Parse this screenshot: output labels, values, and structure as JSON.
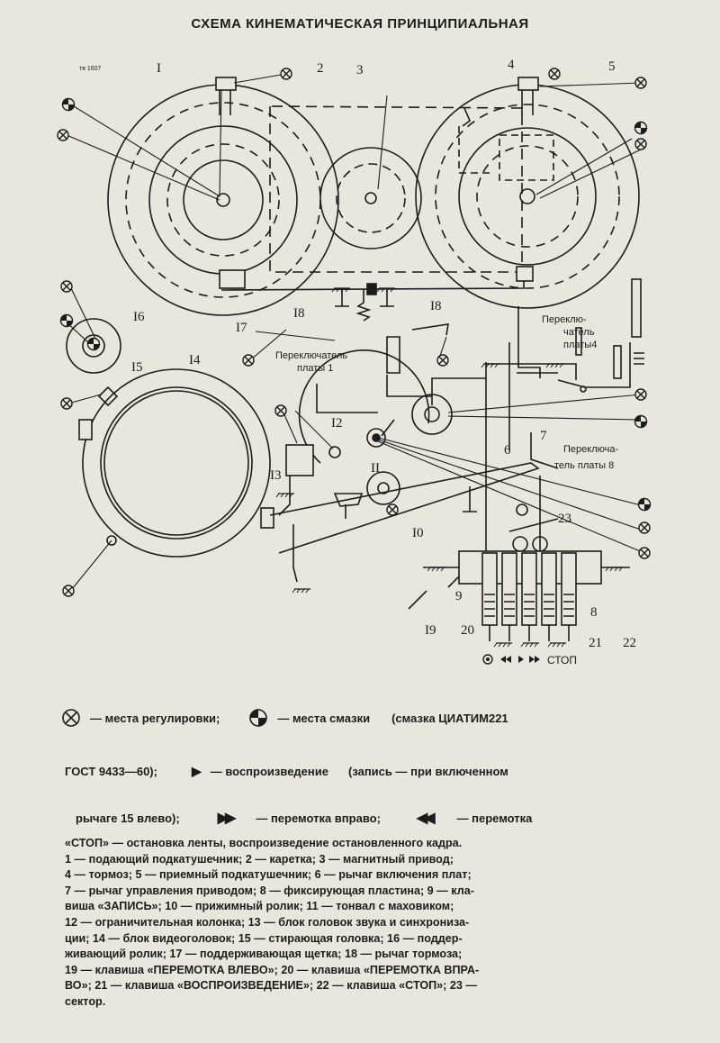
{
  "title": "СХЕМА КИНЕМАТИЧЕСКАЯ ПРИНЦИПИАЛЬНАЯ",
  "corner_note": "тв 1607",
  "part_labels": {
    "n1": "I",
    "n2": "2",
    "n3": "3",
    "n4": "4",
    "n5": "5",
    "n6": "6",
    "n7": "7",
    "n8": "8",
    "n9": "9",
    "n10": "I0",
    "n11": "II",
    "n12": "I2",
    "n13": "I3",
    "n14": "I4",
    "n15": "I5",
    "n16": "I6",
    "n17": "I7",
    "n18a": "I8",
    "n18b": "I8",
    "n19": "I9",
    "n20": "20",
    "n21": "21",
    "n22": "22",
    "n23": "23"
  },
  "switch_labels": {
    "plate1_line1": "Переключатель",
    "plate1_line2": "платы 1",
    "plate4_line1": "Переклю-",
    "plate4_line2": "чатель",
    "plate4_line3": "платы4",
    "plate8_line1": "Переключа-",
    "plate8_line2": "тель платы 8"
  },
  "keys_label": "СТОП",
  "legend": {
    "adjust_text": "— места регулировки;",
    "lube_text": "— места смазки",
    "lube_note": "(смазка ЦИАТИМ221",
    "gost_text": "ГОСТ 9433—60);",
    "play_text": "— воспроизведение",
    "play_note": "(запись — при включенном",
    "lever_text": "рычаге 15 влево);",
    "ff_text": "— перемотка вправо;",
    "rew_text": "— перемотка"
  },
  "caption": {
    "line1": "«СТОП» — остановка ленты, воспроизведение остановленного кадра.",
    "line2": "1 — подающий подкатушечник; 2 — каретка; 3 — магнитный привод;",
    "line3": "4 — тормоз; 5 — приемный подкатушечник; 6 — рычаг включения плат;",
    "line4": "7 — рычаг управления приводом; 8 — фиксирующая пластина; 9 — кла-",
    "line5": "виша «ЗАПИСЬ»; 10 — прижимный ролик; 11 — тонвал с маховиком;",
    "line6": "12 — ограничительная колонка; 13 — блок головок звука и синхрониза-",
    "line7": "ции; 14 — блок видеоголовок; 15 — стирающая головка; 16 — поддер-",
    "line8": "живающий ролик; 17 — поддерживающая щетка; 18 — рычаг тормоза;",
    "line9": "19 — клавиша «ПЕРЕМОТКА ВЛЕВО»; 20 — клавиша «ПЕРЕМОТКА ВПРА-",
    "line10": "ВО»; 21 — клавиша «ВОСПРОИЗВЕДЕНИЕ»; 22 — клавиша «СТОП»; 23 —",
    "line11": "сектор."
  },
  "colors": {
    "ink": "#1c1c1c",
    "paper": "#e9e6dd"
  }
}
